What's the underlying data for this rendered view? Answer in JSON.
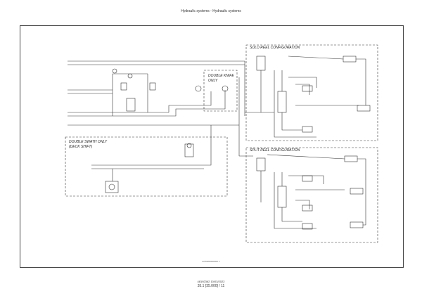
{
  "header": {
    "title": "Hydraulic systems - Hydraulic systems"
  },
  "sections": {
    "solo": "SOLO REEL CONFIGURATION",
    "split": "SPLIT REEL CONFIGURATION",
    "double_knife_1": "DOUBLE KNIFE",
    "double_knife_2": "ONLY",
    "double_swath_1": "DOUBLE SWATH ONLY",
    "double_swath_2": "(DECK SHIFT)"
  },
  "figure_id": "ECSW00000000  1",
  "footer": {
    "code": "48192362 10/03/2022",
    "page": "35.1 [35.000] / 11"
  }
}
